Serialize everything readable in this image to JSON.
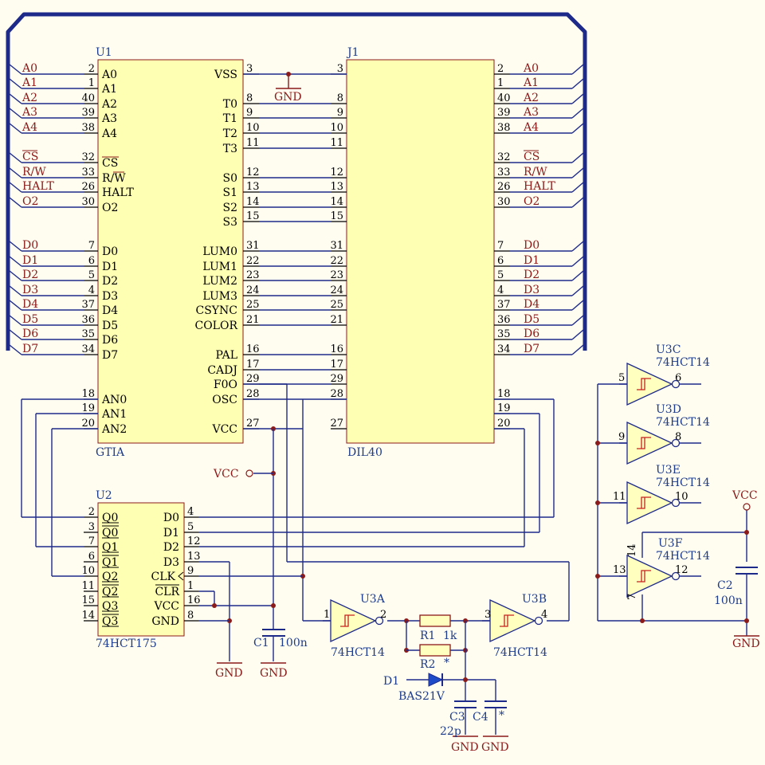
{
  "u1": {
    "ref": "U1",
    "name": "GTIA",
    "left_pins": [
      {
        "num": "2",
        "name": "A0",
        "net": "A0"
      },
      {
        "num": "1",
        "name": "A1",
        "net": "A1"
      },
      {
        "num": "40",
        "name": "A2",
        "net": "A2"
      },
      {
        "num": "39",
        "name": "A3",
        "net": "A3"
      },
      {
        "num": "38",
        "name": "A4",
        "net": "A4"
      },
      {
        "num": "32",
        "name": "CS",
        "net": "CS",
        "overbar": true
      },
      {
        "num": "33",
        "name": "R/W",
        "net": "R/W",
        "overbar_part": "W"
      },
      {
        "num": "26",
        "name": "HALT",
        "net": "HALT"
      },
      {
        "num": "30",
        "name": "O2",
        "net": "O2"
      },
      {
        "num": "7",
        "name": "D0",
        "net": "D0"
      },
      {
        "num": "6",
        "name": "D1",
        "net": "D1"
      },
      {
        "num": "5",
        "name": "D2",
        "net": "D2"
      },
      {
        "num": "4",
        "name": "D3",
        "net": "D3"
      },
      {
        "num": "37",
        "name": "D4",
        "net": "D4"
      },
      {
        "num": "36",
        "name": "D5",
        "net": "D5"
      },
      {
        "num": "35",
        "name": "D6",
        "net": "D6"
      },
      {
        "num": "34",
        "name": "D7",
        "net": "D7"
      },
      {
        "num": "18",
        "name": "AN0"
      },
      {
        "num": "19",
        "name": "AN1"
      },
      {
        "num": "20",
        "name": "AN2"
      }
    ],
    "right_pins": [
      {
        "num": "3",
        "name": "VSS"
      },
      {
        "num": "8",
        "name": "T0"
      },
      {
        "num": "9",
        "name": "T1"
      },
      {
        "num": "10",
        "name": "T2"
      },
      {
        "num": "11",
        "name": "T3"
      },
      {
        "num": "12",
        "name": "S0"
      },
      {
        "num": "13",
        "name": "S1"
      },
      {
        "num": "14",
        "name": "S2"
      },
      {
        "num": "15",
        "name": "S3"
      },
      {
        "num": "31",
        "name": "LUM0"
      },
      {
        "num": "22",
        "name": "LUM1"
      },
      {
        "num": "23",
        "name": "LUM2"
      },
      {
        "num": "24",
        "name": "LUM3"
      },
      {
        "num": "25",
        "name": "CSYNC"
      },
      {
        "num": "21",
        "name": "COLOR"
      },
      {
        "num": "16",
        "name": "PAL"
      },
      {
        "num": "17",
        "name": "CADJ"
      },
      {
        "num": "29",
        "name": "F0O"
      },
      {
        "num": "28",
        "name": "OSC"
      },
      {
        "num": "27",
        "name": "VCC"
      }
    ]
  },
  "j1": {
    "ref": "J1",
    "name": "DIL40",
    "left_pins": [
      "3",
      "8",
      "9",
      "10",
      "11",
      "12",
      "13",
      "14",
      "15",
      "31",
      "22",
      "23",
      "24",
      "25",
      "21",
      "16",
      "17",
      "29",
      "28",
      "27"
    ],
    "right_pins": [
      {
        "num": "2",
        "net": "A0"
      },
      {
        "num": "1",
        "net": "A1"
      },
      {
        "num": "40",
        "net": "A2"
      },
      {
        "num": "39",
        "net": "A3"
      },
      {
        "num": "38",
        "net": "A4"
      },
      {
        "num": "32",
        "net": "CS",
        "overbar": true
      },
      {
        "num": "33",
        "net": "R/W"
      },
      {
        "num": "26",
        "net": "HALT"
      },
      {
        "num": "30",
        "net": "O2"
      },
      {
        "num": "7",
        "net": "D0"
      },
      {
        "num": "6",
        "net": "D1"
      },
      {
        "num": "5",
        "net": "D2"
      },
      {
        "num": "4",
        "net": "D3"
      },
      {
        "num": "37",
        "net": "D4"
      },
      {
        "num": "36",
        "net": "D5"
      },
      {
        "num": "35",
        "net": "D6"
      },
      {
        "num": "34",
        "net": "D7"
      },
      {
        "num": "18"
      },
      {
        "num": "19"
      },
      {
        "num": "20"
      }
    ]
  },
  "u2": {
    "ref": "U2",
    "name": "74HCT175",
    "left_pins": [
      {
        "num": "2",
        "name": "Q0"
      },
      {
        "num": "3",
        "name": "Q0",
        "bar": true
      },
      {
        "num": "7",
        "name": "Q1"
      },
      {
        "num": "6",
        "name": "Q1",
        "bar": true
      },
      {
        "num": "10",
        "name": "Q2"
      },
      {
        "num": "11",
        "name": "Q2",
        "bar": true
      },
      {
        "num": "15",
        "name": "Q3"
      },
      {
        "num": "14",
        "name": "Q3",
        "bar": true
      }
    ],
    "right_pins": [
      {
        "num": "4",
        "name": "D0"
      },
      {
        "num": "5",
        "name": "D1"
      },
      {
        "num": "12",
        "name": "D2"
      },
      {
        "num": "13",
        "name": "D3"
      },
      {
        "num": "9",
        "name": "CLK"
      },
      {
        "num": "1",
        "name": "CLR",
        "bar": true
      },
      {
        "num": "16",
        "name": "VCC"
      },
      {
        "num": "8",
        "name": "GND"
      }
    ]
  },
  "gates": [
    {
      "ref": "U3A",
      "part": "74HCT14",
      "in": "1",
      "out": "2"
    },
    {
      "ref": "U3B",
      "part": "74HCT14",
      "in": "3",
      "out": "4"
    },
    {
      "ref": "U3C",
      "part": "74HCT14",
      "in": "5",
      "out": "6"
    },
    {
      "ref": "U3D",
      "part": "74HCT14",
      "in": "9",
      "out": "8"
    },
    {
      "ref": "U3E",
      "part": "74HCT14",
      "in": "11",
      "out": "10"
    },
    {
      "ref": "U3F",
      "part": "74HCT14",
      "in": "13",
      "out": "12",
      "pwr": "14",
      "gndpin": "7"
    }
  ],
  "passives": {
    "r1": {
      "ref": "R1",
      "value": "1k"
    },
    "r2": {
      "ref": "R2",
      "value": "*"
    },
    "d1": {
      "ref": "D1",
      "value": "BAS21V"
    },
    "c1": {
      "ref": "C1",
      "value": "100n"
    },
    "c2": {
      "ref": "C2",
      "value": "100n"
    },
    "c3": {
      "ref": "C3",
      "value": "22p"
    },
    "c4": {
      "ref": "C4",
      "value": "*"
    }
  },
  "power": {
    "vcc": "VCC",
    "gnd": "GND"
  },
  "colors": {
    "wire": "#1e2a8a",
    "net": "#8b1a1a",
    "chip": "#ffffb4",
    "background": "#fffdf0"
  }
}
